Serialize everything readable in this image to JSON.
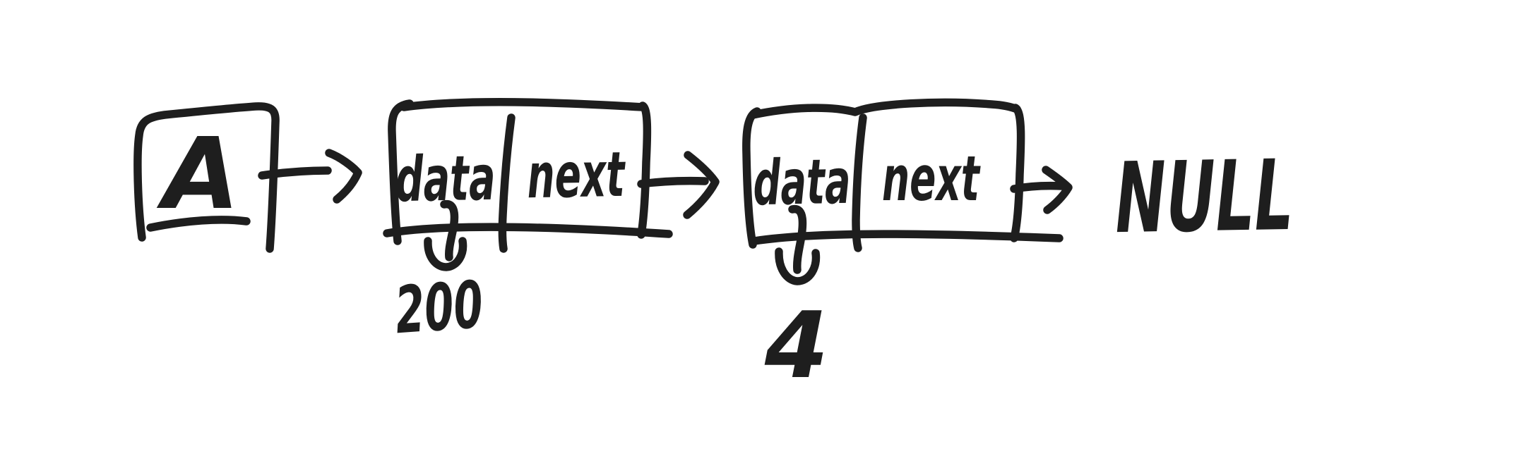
{
  "diagram": {
    "kind": "linked-list-sketch",
    "colors": {
      "ink": "#1e1e1e",
      "background": "#ffffff"
    },
    "head": {
      "label": "A"
    },
    "nodes": [
      {
        "field1": "data",
        "field2": "next",
        "value": "200"
      },
      {
        "field1": "data",
        "field2": "next",
        "value": "4"
      }
    ],
    "terminator": "NULL"
  }
}
